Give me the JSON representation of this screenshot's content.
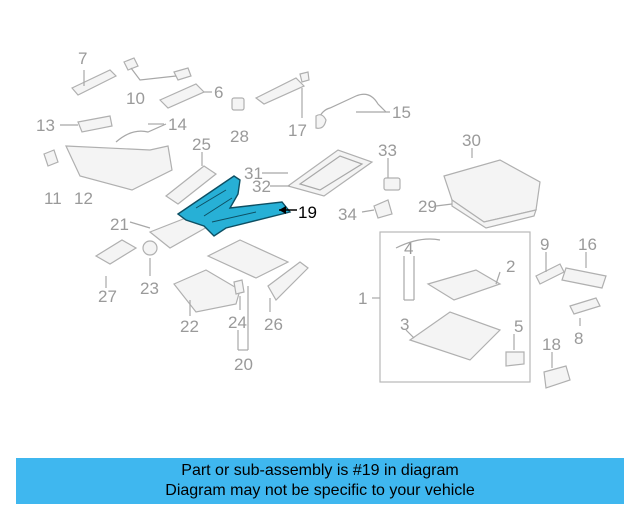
{
  "banner": {
    "line1": "Part or sub-assembly is #19 in diagram",
    "line2": "Diagram may not be specific to your vehicle"
  },
  "callouts": {
    "c7": "7",
    "c10": "10",
    "c6": "6",
    "c28": "28",
    "c17": "17",
    "c15": "15",
    "c13": "13",
    "c14": "14",
    "c25": "25",
    "c30": "30",
    "c33": "33",
    "c31": "31",
    "c32": "32",
    "c11": "11",
    "c12": "12",
    "c19": "19",
    "c34": "34",
    "c29": "29",
    "c21": "21",
    "c9": "9",
    "c16": "16",
    "c4": "4",
    "c2": "2",
    "c27": "27",
    "c23": "23",
    "c1": "1",
    "c22": "22",
    "c24": "24",
    "c26": "26",
    "c3": "3",
    "c5": "5",
    "c8": "8",
    "c18": "18",
    "c20": "20"
  },
  "colors": {
    "highlight_part": "#27b0d6",
    "banner": "#3fb7ef"
  }
}
